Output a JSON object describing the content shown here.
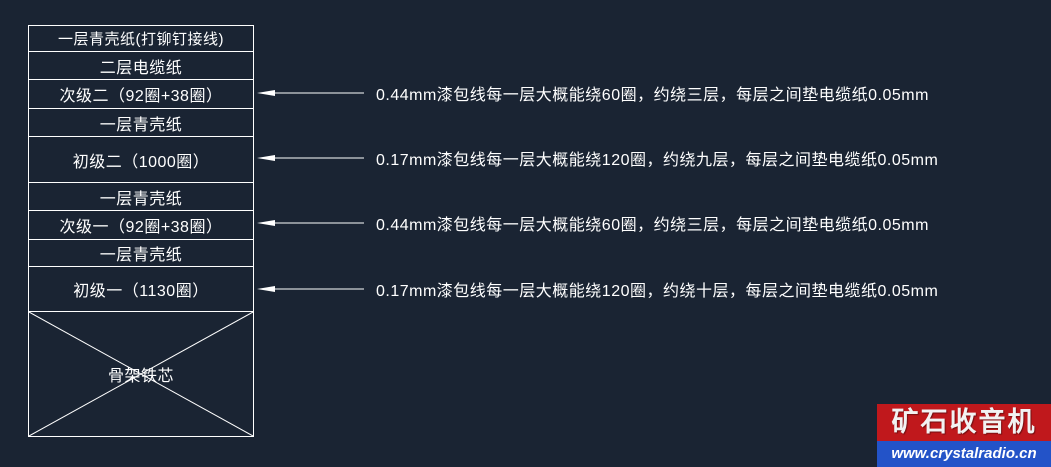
{
  "canvas": {
    "background": "#1a2433",
    "line_color": "#ffffff",
    "text_color": "#ffffff"
  },
  "stack": {
    "layers": [
      "一层青壳纸(打铆钉接线)",
      "二层电缆纸",
      "次级二（92圈+38圈）",
      "一层青壳纸",
      "初级二（1000圈）",
      "一层青壳纸",
      "次级一（92圈+38圈）",
      "一层青壳纸",
      "初级一（1130圈）",
      "骨架铁芯"
    ]
  },
  "annotations": [
    {
      "text": "0.44mm漆包线每一层大概能绕60圈，约绕三层，每层之间垫电缆纸0.05mm"
    },
    {
      "text": "0.17mm漆包线每一层大概能绕120圈，约绕九层，每层之间垫电缆纸0.05mm"
    },
    {
      "text": "0.44mm漆包线每一层大概能绕60圈，约绕三层，每层之间垫电缆纸0.05mm"
    },
    {
      "text": "0.17mm漆包线每一层大概能绕120圈，约绕十层，每层之间垫电缆纸0.05mm"
    }
  ],
  "watermark": {
    "title": "矿石收音机",
    "url": "www.crystalradio.cn",
    "title_bg": "#c0181c",
    "url_bg": "#2353c8",
    "text_color": "#ffffff"
  }
}
